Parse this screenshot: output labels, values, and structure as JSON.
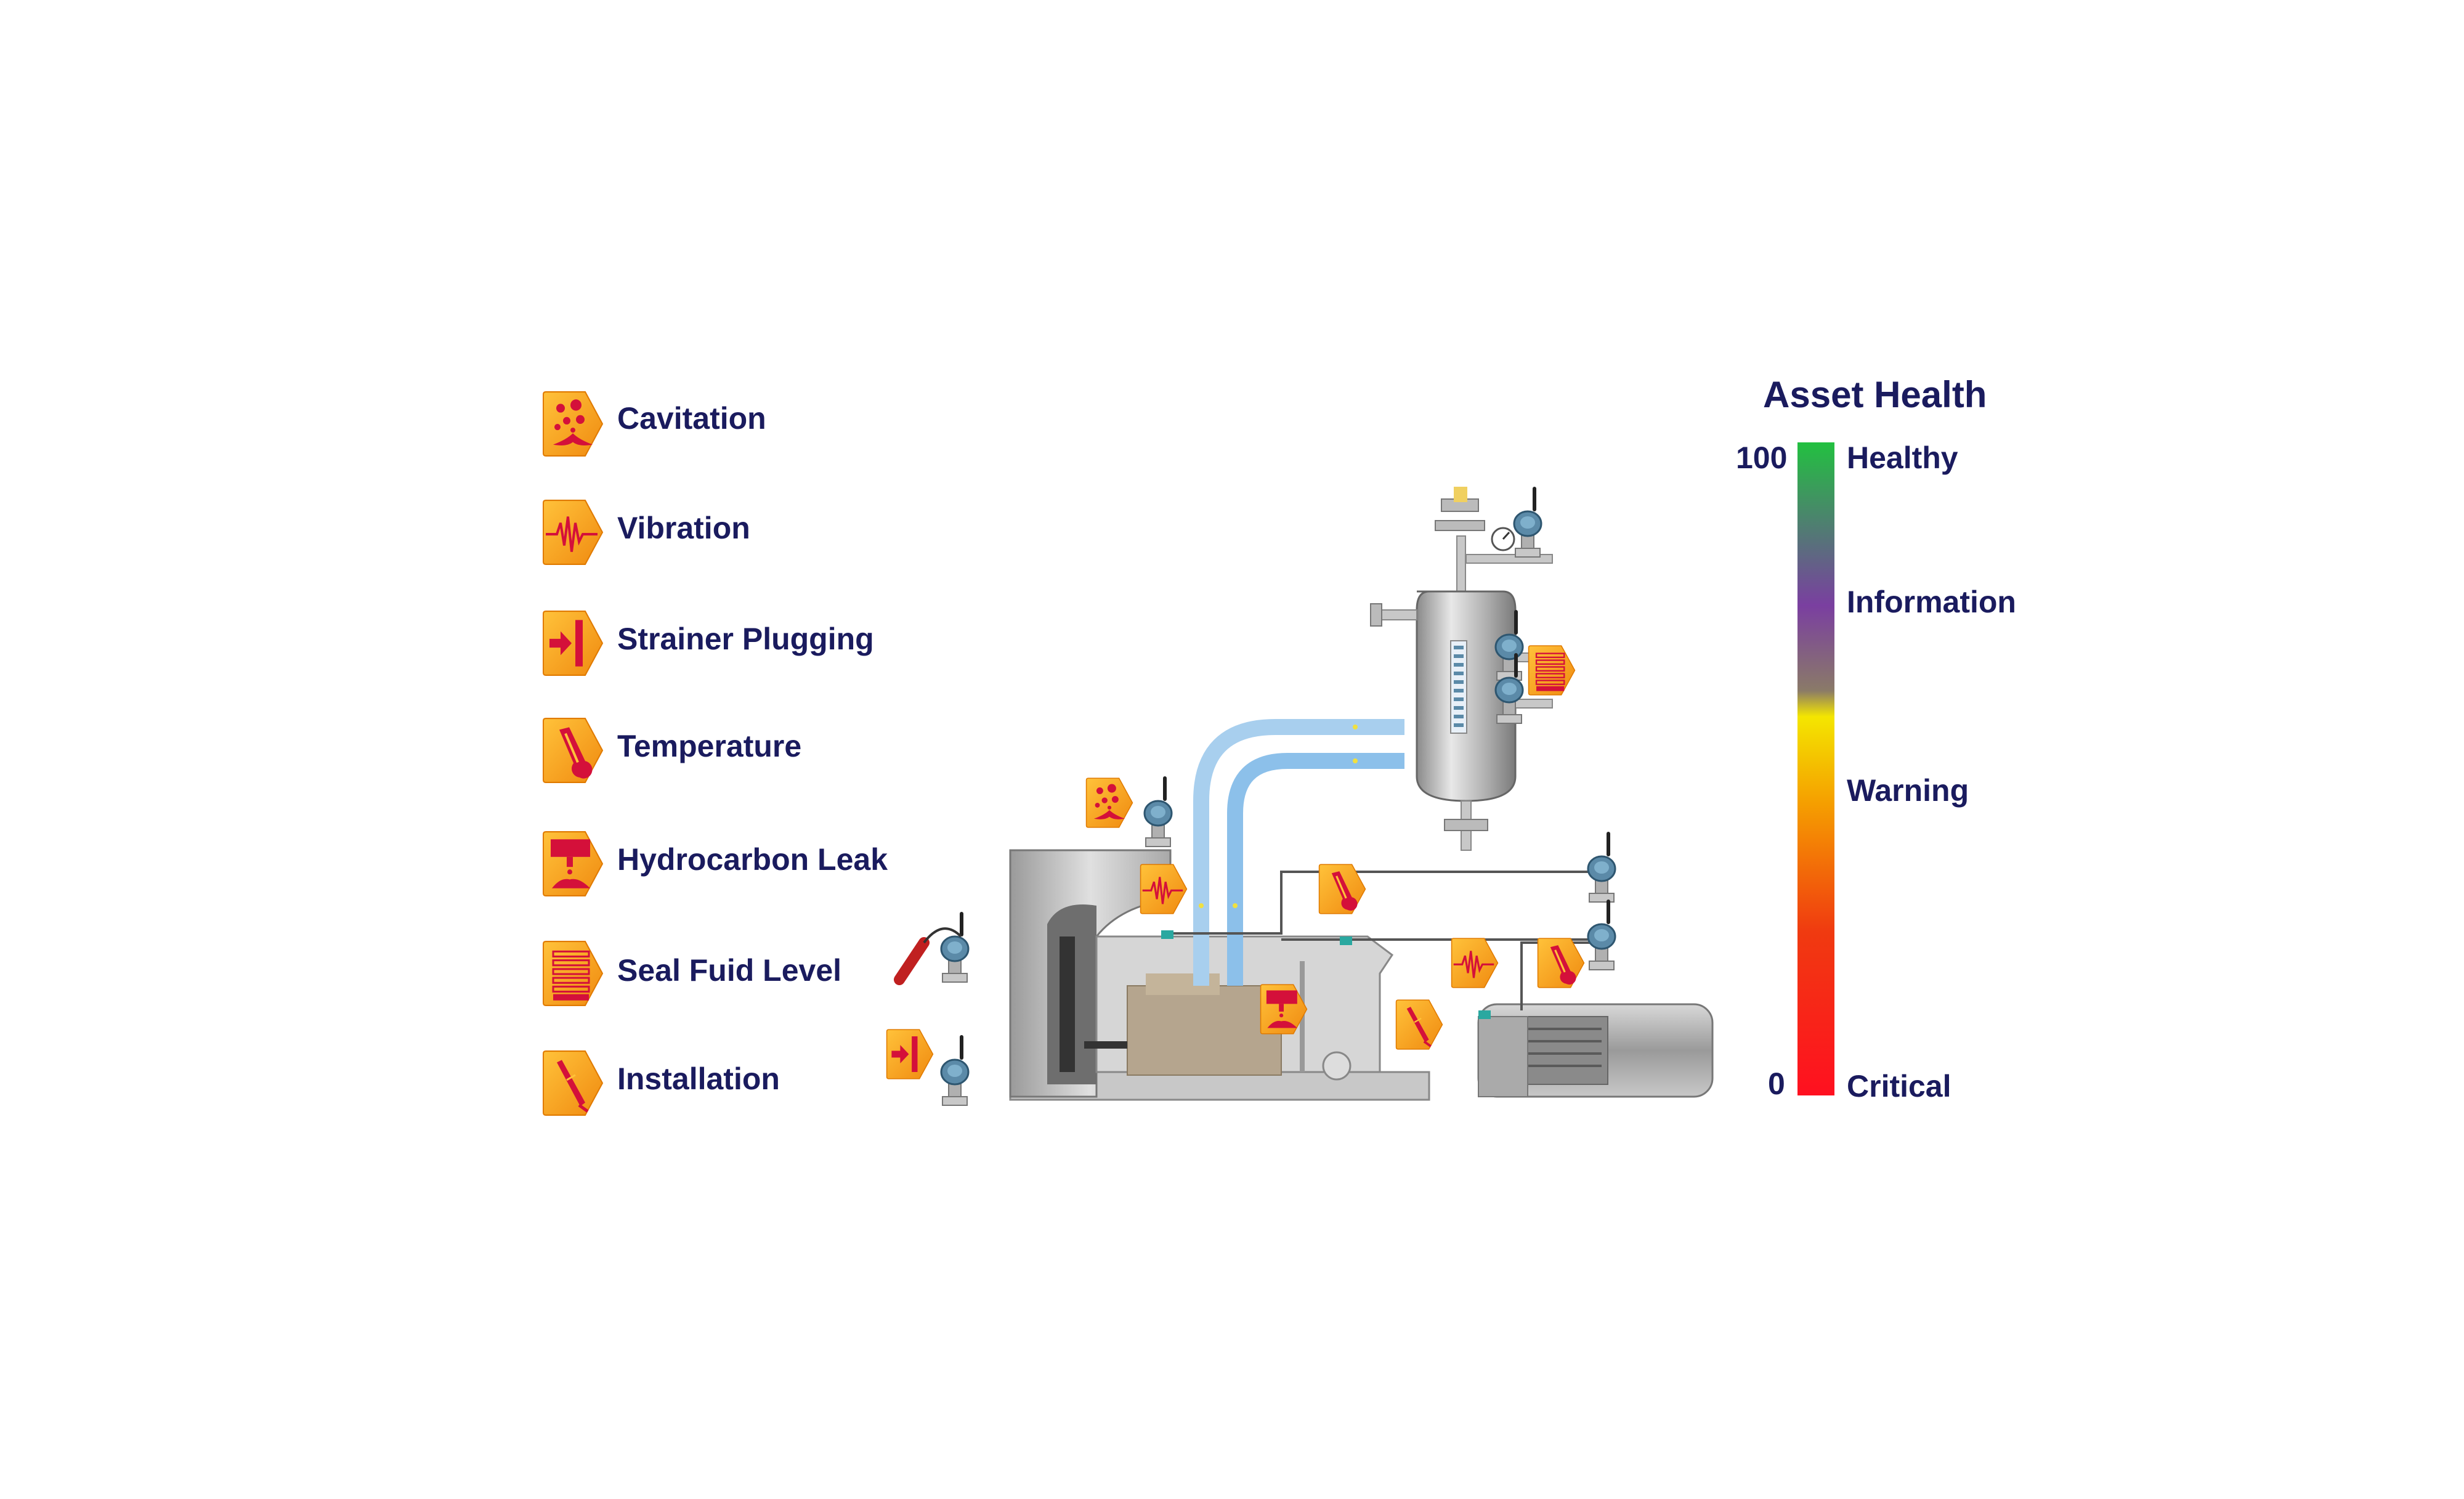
{
  "legend": {
    "items": [
      {
        "label": "Cavitation",
        "icon": "cavitation-icon"
      },
      {
        "label": "Vibration",
        "icon": "vibration-icon"
      },
      {
        "label": "Strainer Plugging",
        "icon": "strainer-plugging-icon"
      },
      {
        "label": "Temperature",
        "icon": "temperature-icon"
      },
      {
        "label": "Hydrocarbon Leak",
        "icon": "hydrocarbon-leak-icon"
      },
      {
        "label": "Seal Fuid Level",
        "icon": "seal-fluid-level-icon"
      },
      {
        "label": "Installation",
        "icon": "installation-icon"
      }
    ]
  },
  "asset_health": {
    "title": "Asset Health",
    "max_value": "100",
    "min_value": "0",
    "levels": {
      "healthy": "Healthy",
      "information": "Information",
      "warning": "Warning",
      "critical": "Critical"
    },
    "gradient_colors": [
      "#22c040",
      "#7a3fa0",
      "#8a7a68",
      "#f4e600",
      "#f5a000",
      "#f03a10",
      "#ff1020"
    ]
  },
  "colors": {
    "label_text": "#1a1b5e",
    "icon_orange": "#f5a020",
    "icon_red": "#d4103a",
    "pipe_blue": "#a8cfee",
    "equipment_gray": "#b8b8b8"
  }
}
